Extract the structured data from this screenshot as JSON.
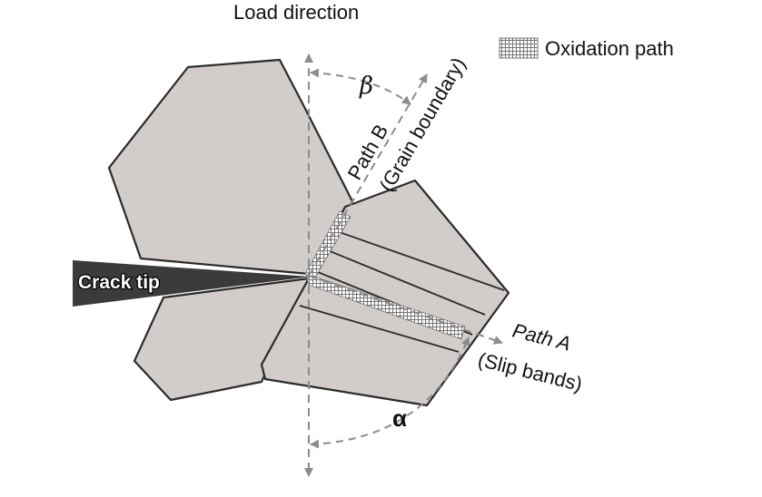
{
  "labels": {
    "load_direction": "Load direction",
    "beta": "β",
    "alpha": "α",
    "path_b": "Path B",
    "grain_boundary": "(Grain boundary)",
    "path_a": "Path A",
    "slip_bands": "(Slip bands)",
    "crack_tip": "Crack tip"
  },
  "legend": {
    "oxidation_path": "Oxidation path"
  },
  "colors": {
    "grain_fill": "#d2cdca",
    "outline": "#2b2b2b",
    "arrow": "#8c8c8c",
    "crack": "#3b3b3b"
  }
}
